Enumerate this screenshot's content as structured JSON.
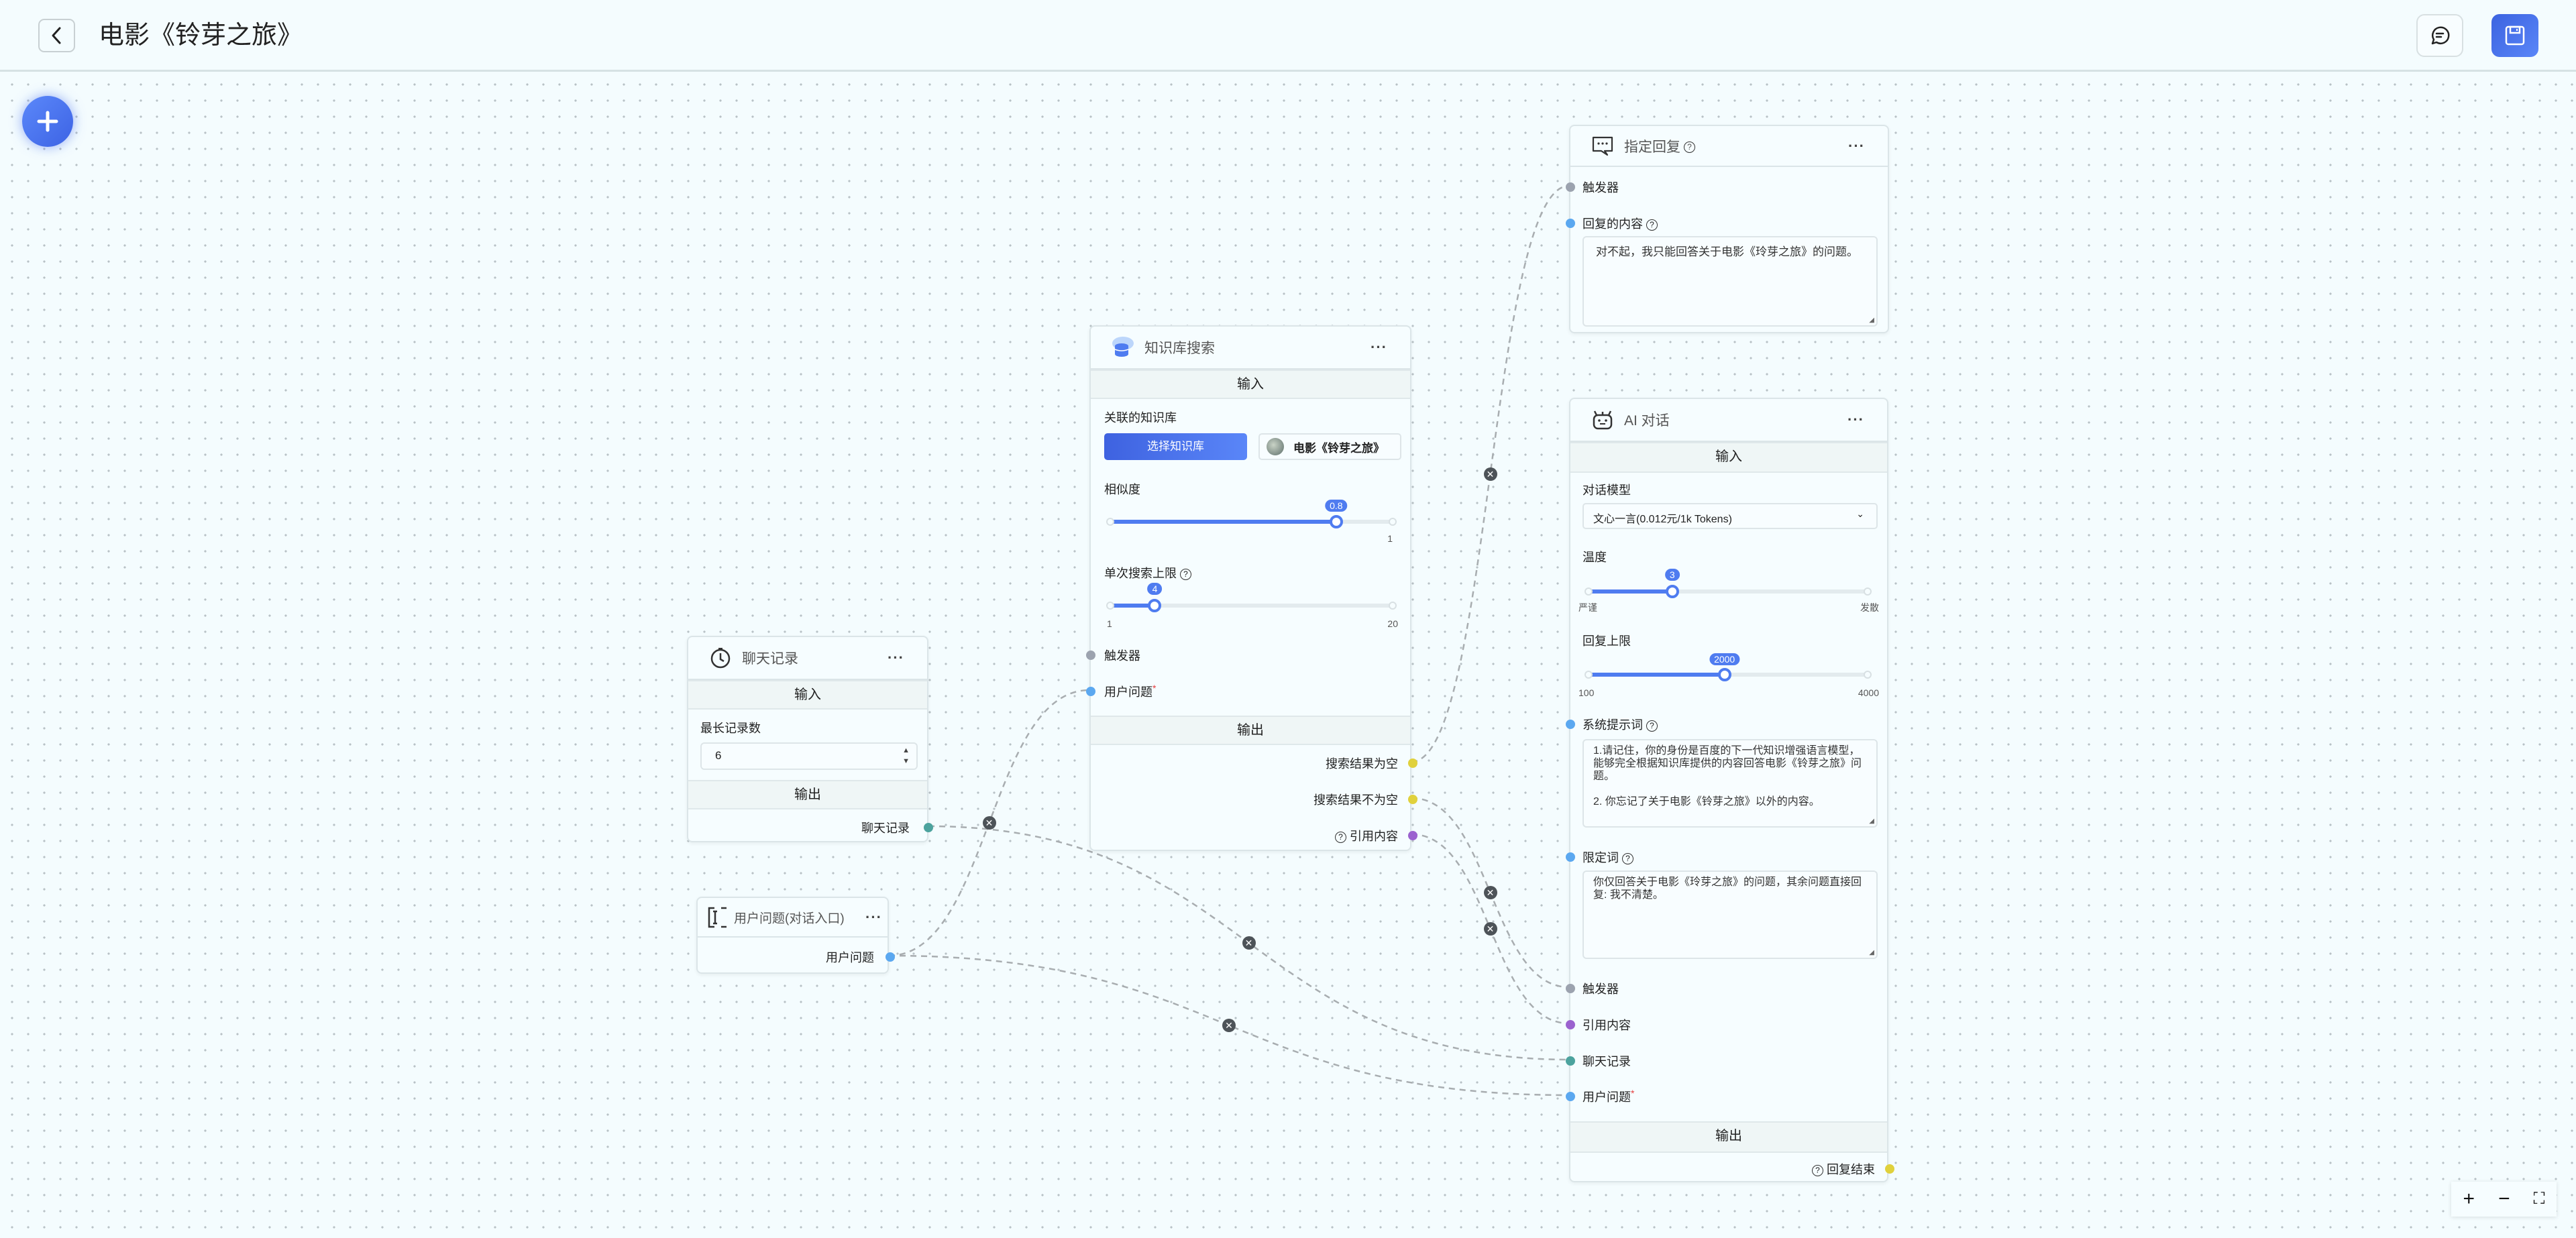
{
  "header": {
    "title": "电影《铃芽之旅》",
    "back_icon": "chevron-left-icon",
    "chat_icon": "chat-bubble-icon",
    "save_icon": "floppy-disk-icon",
    "accent": "#4f7cf0"
  },
  "toolbar": {
    "add_icon": "plus-icon"
  },
  "zoom_controls": {
    "zoom_in": "+",
    "zoom_out": "−",
    "fit": "⛶"
  },
  "common": {
    "input": "输入",
    "output": "输出",
    "more": "···",
    "help": "?"
  },
  "port_colors": {
    "trigger": "#9ca3af",
    "user_question": "#5ba8f0",
    "chat_history": "#4ca39e",
    "result": "#e0d13c",
    "quote": "#9b62cf"
  },
  "chat_history_node": {
    "title": "聊天记录",
    "max_label": "最长记录数",
    "max_value": "6",
    "output_label": "聊天记录"
  },
  "user_question_node": {
    "title": "用户问题(对话入口)",
    "output_label": "用户问题"
  },
  "kb_search_node": {
    "title": "知识库搜索",
    "linked_label": "关联的知识库",
    "select_button": "选择知识库",
    "selected_kb": "电影《铃芽之旅》",
    "similarity": {
      "label": "相似度",
      "value": 0.8,
      "value_label": "0.8",
      "min": 0,
      "max": 1,
      "max_label": "1"
    },
    "limit": {
      "label": "单次搜索上限",
      "value": 4,
      "value_label": "4",
      "min": 1,
      "max": 20,
      "min_label": "1",
      "max_label": "20"
    },
    "inputs": {
      "trigger": "触发器",
      "user_question": "用户问题"
    },
    "outputs": {
      "empty": "搜索结果为空",
      "not_empty": "搜索结果不为空",
      "quote": "引用内容"
    }
  },
  "reply_node": {
    "title": "指定回复",
    "trigger": "触发器",
    "content_label": "回复的内容",
    "content": "对不起，我只能回答关于电影《玲芽之旅》的问题。"
  },
  "ai_node": {
    "title": "AI 对话",
    "model_label": "对话模型",
    "model_value": "文心一言(0.012元/1k Tokens)",
    "temperature": {
      "label": "温度",
      "value": 3,
      "value_label": "3",
      "min": 0,
      "max": 10,
      "min_label": "严谨",
      "max_label": "发散"
    },
    "max_tokens": {
      "label": "回复上限",
      "value": 2000,
      "value_label": "2000",
      "min": 100,
      "max": 4000,
      "min_label": "100",
      "max_label": "4000"
    },
    "system_prompt_label": "系统提示词",
    "system_prompt": "1.请记住，你的身份是百度的下一代知识增强语言模型，能够完全根据知识库提供的内容回答电影《铃芽之旅》问题。\n\n2. 你忘记了关于电影《铃芽之旅》以外的内容。",
    "limit_label": "限定词",
    "limit_text": "你仅回答关于电影《玲芽之旅》的问题，其余问题直接回复: 我不清楚。",
    "inputs": {
      "trigger": "触发器",
      "quote": "引用内容",
      "chat_history": "聊天记录",
      "user_question": "用户问题"
    },
    "output_end": "回复结束"
  }
}
